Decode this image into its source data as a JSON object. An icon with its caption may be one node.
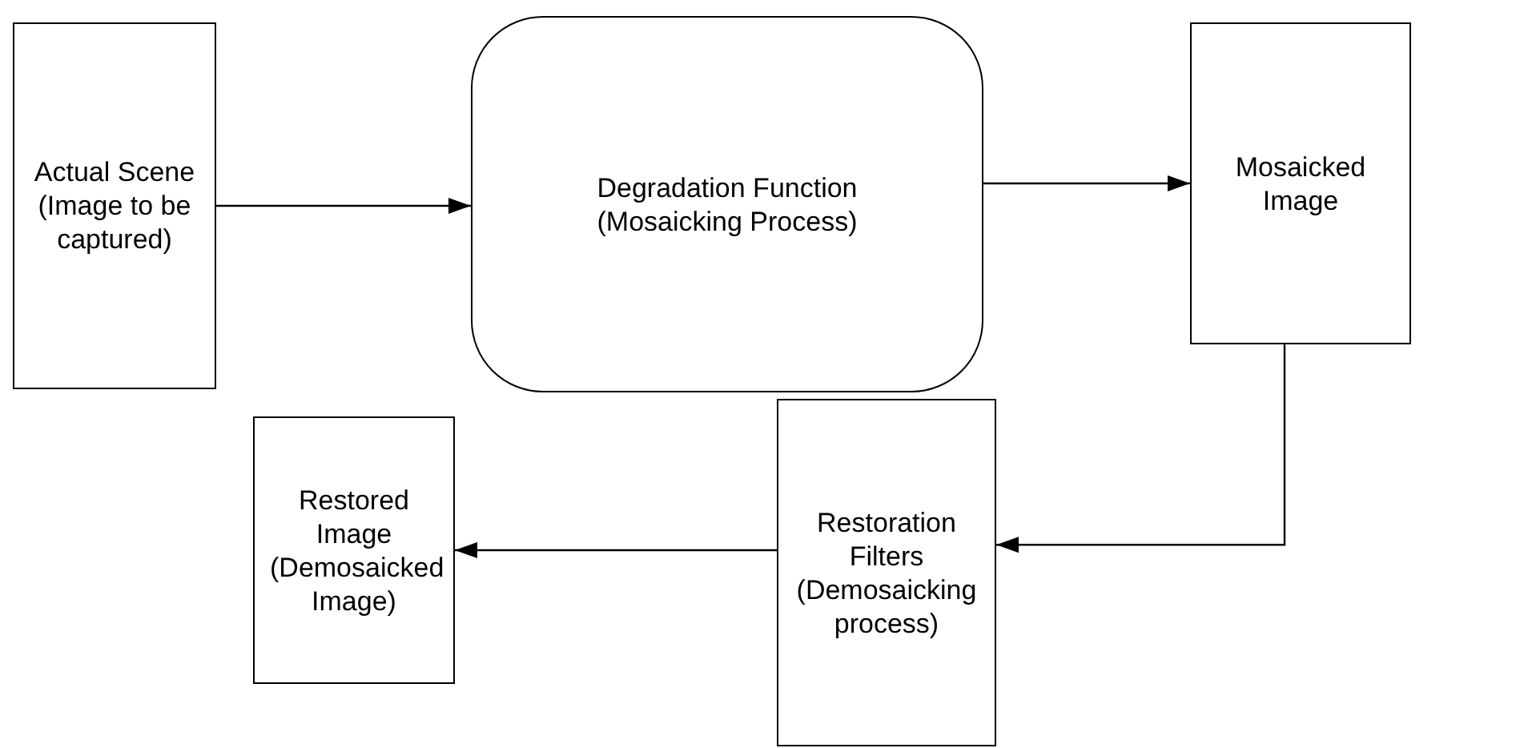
{
  "diagram": {
    "nodes": [
      {
        "text": [
          "Actual Scene (Image to be captured)"
        ]
      },
      {
        "text": [
          "Degradation Function (Mosaicking Process)"
        ]
      },
      {
        "text": [
          "Mosaicked Image"
        ]
      },
      {
        "text": [
          "Restored Image (Demosaicked Image)"
        ]
      },
      {
        "text": [
          "Restoration Filters (Demosaicking process)"
        ]
      }
    ],
    "edges": [
      {
        "from": 0,
        "to": 1,
        "arrow": "to"
      },
      {
        "from": 1,
        "to": 2,
        "arrow": "to"
      },
      {
        "from": 2,
        "to": 4,
        "arrow": "to"
      },
      {
        "from": 4,
        "to": 3,
        "arrow": "to"
      }
    ]
  }
}
